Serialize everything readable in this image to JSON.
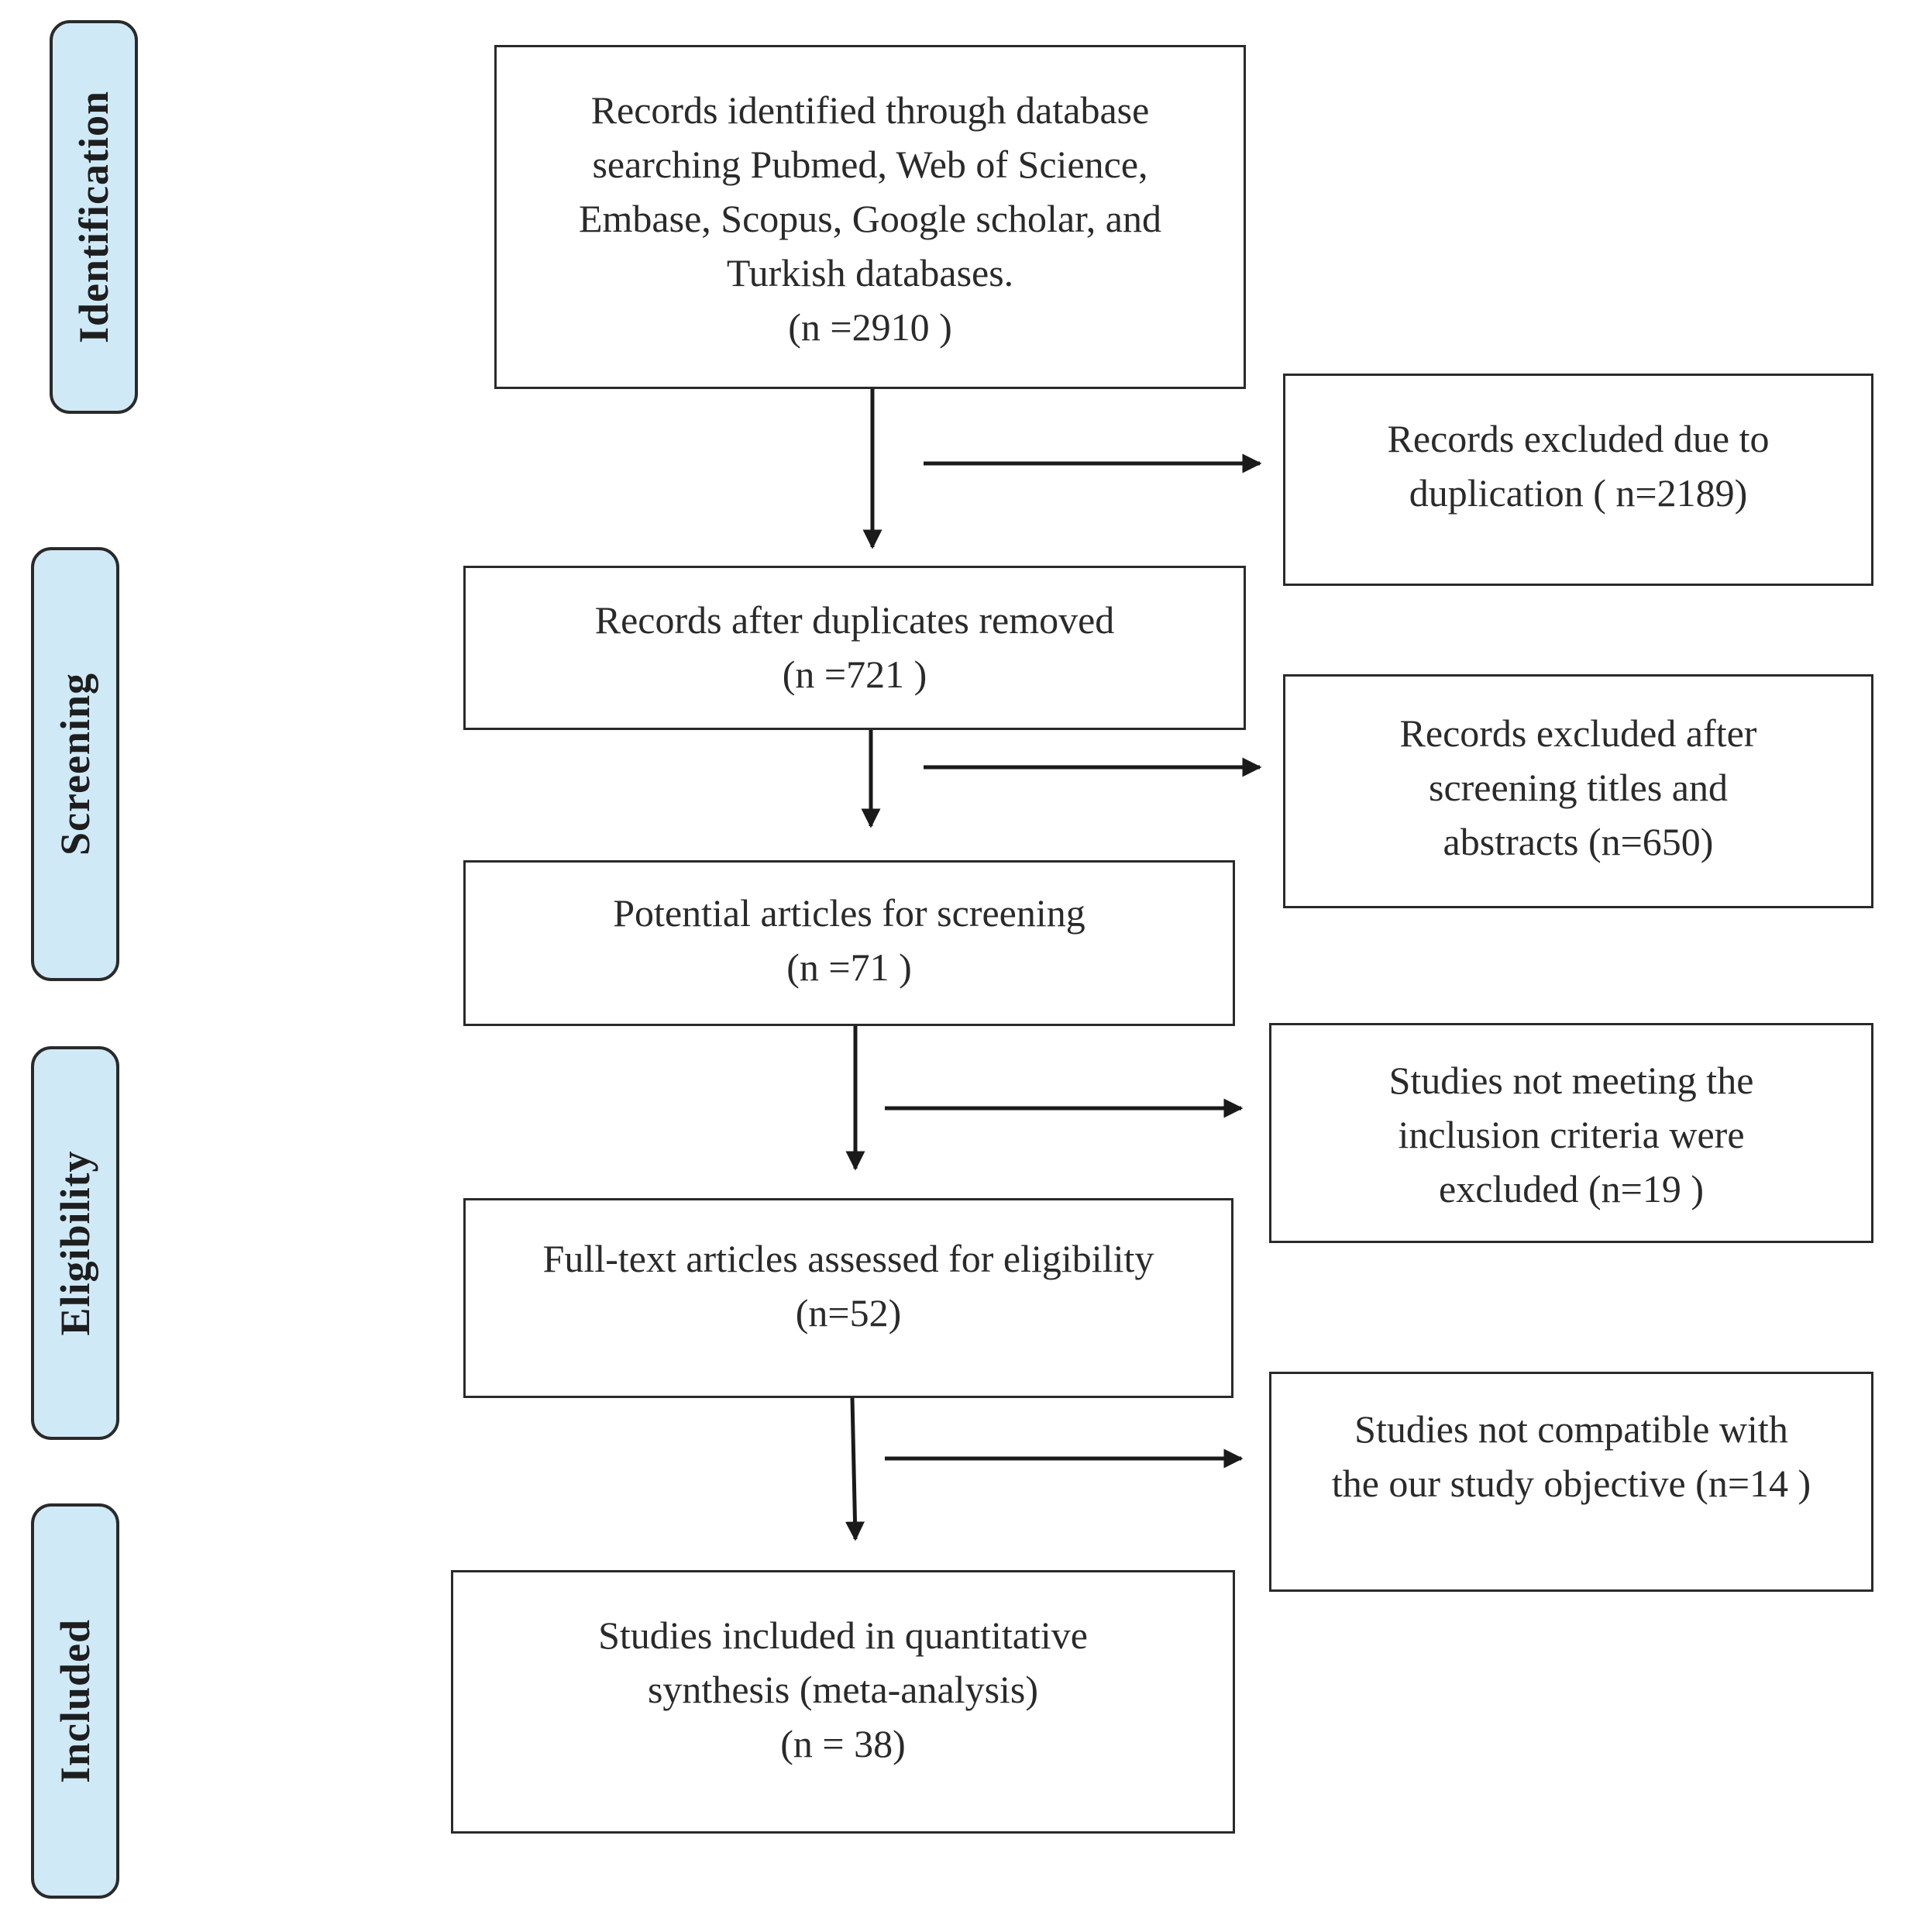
{
  "stages": {
    "identification": "Identification",
    "screening": "Screening",
    "eligibility": "Eligibility",
    "included": "Included"
  },
  "main_boxes": {
    "identified": {
      "lines": [
        "Records identified through database",
        "searching  Pubmed, Web of Science,",
        "Embase,  Scopus, Google scholar, and",
        "Turkish databases.",
        "(n =2910 )"
      ]
    },
    "after_duplicates": {
      "lines": [
        "Records after duplicates removed",
        "(n =721   )"
      ]
    },
    "potential_articles": {
      "lines": [
        "Potential articles for screening",
        "(n =71    )"
      ]
    },
    "full_text": {
      "lines": [
        "Full-text articles assessed for eligibility",
        "(n=52)"
      ]
    },
    "included_studies": {
      "lines": [
        "Studies included in quantitative",
        "synthesis (meta-analysis)",
        "(n = 38)"
      ]
    }
  },
  "exclusion_boxes": {
    "duplicates": {
      "lines": [
        "Records excluded due to",
        "duplication ( n=2189)"
      ]
    },
    "titles_abstracts": {
      "lines": [
        "Records excluded after",
        "screening titles and",
        "abstracts (n=650)"
      ]
    },
    "inclusion_criteria": {
      "lines": [
        "Studies not meeting the",
        "inclusion criteria were",
        "excluded (n=19 )"
      ]
    },
    "not_compatible": {
      "lines": [
        "Studies not compatible with",
        "the our study objective (n=14 )"
      ]
    }
  }
}
